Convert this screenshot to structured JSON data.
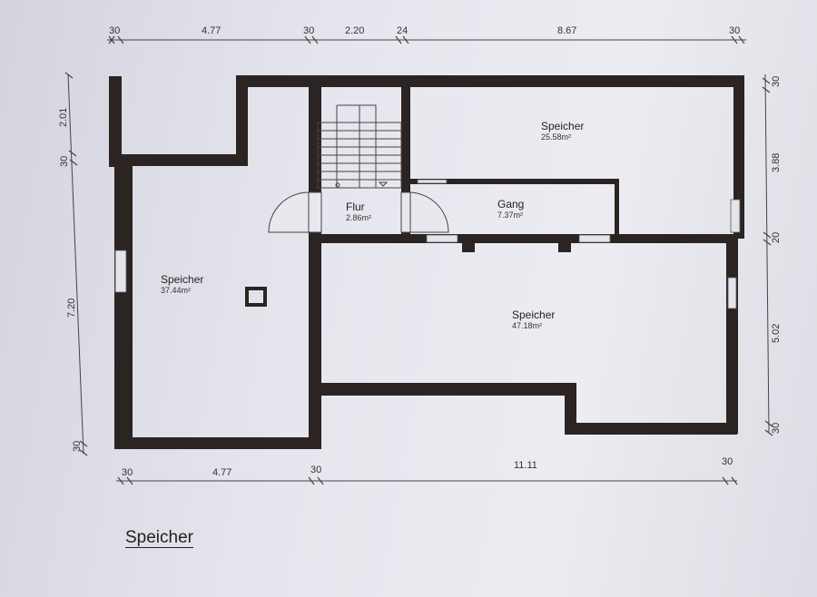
{
  "plan_title": "Speicher",
  "rooms": [
    {
      "name": "Speicher",
      "area": "37.44m²"
    },
    {
      "name": "Flur",
      "area": "2.86m²"
    },
    {
      "name": "Speicher",
      "area": "25.58m²"
    },
    {
      "name": "Gang",
      "area": "7.37m²"
    },
    {
      "name": "Speicher",
      "area": "47.18m²"
    }
  ],
  "dimensions": {
    "top": [
      "30",
      "4.77",
      "30",
      "2.20",
      "24",
      "8.67",
      "30"
    ],
    "bottom": [
      "30",
      "4.77",
      "30",
      "11.11",
      "30"
    ],
    "left": [
      "2.01",
      "30",
      "7.20",
      "30"
    ],
    "right": [
      "30",
      "3.88",
      "20",
      "5.02",
      "30"
    ]
  },
  "colors": {
    "wall": "#2b2422",
    "line": "#444444"
  }
}
